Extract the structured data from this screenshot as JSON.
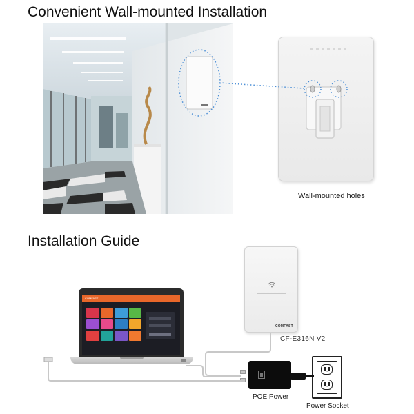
{
  "section1": {
    "title": "Convenient Wall-mounted Installation",
    "caption": "Wall-mounted holes"
  },
  "section2": {
    "title": "Installation Guide"
  },
  "device": {
    "model": "CF-E316N V2",
    "brand_mark": "COMFAST"
  },
  "labels": {
    "poe": "POE Power",
    "socket": "Power Socket"
  },
  "laptop_screen": {
    "header": "COMFAST"
  },
  "colors": {
    "accent_blue": "#4a8ed6",
    "poe_black": "#0c0c0c",
    "screen_orange": "#e8672a",
    "tiles": [
      "#d9354b",
      "#e8672a",
      "#3d9dd9",
      "#58b846",
      "#9c4fd0",
      "#e94a8a",
      "#2d7fc3",
      "#f2a62b",
      "#e04040",
      "#22a39a",
      "#7a56c6",
      "#f0792f"
    ]
  },
  "icons": [
    "wifi-icon",
    "screw-hole-icon",
    "power-outlet-icon",
    "rj45-plug-icon"
  ]
}
